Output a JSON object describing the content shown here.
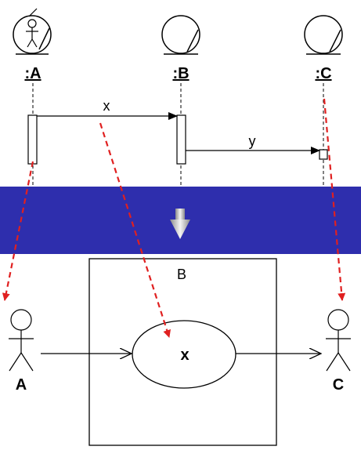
{
  "sequence": {
    "lifelines": [
      {
        "label": ":A",
        "kind": "actor"
      },
      {
        "label": ":B",
        "kind": "entity"
      },
      {
        "label": ":C",
        "kind": "entity"
      }
    ],
    "messages": [
      {
        "label": "x",
        "from": ":A",
        "to": ":B"
      },
      {
        "label": "y",
        "from": ":B",
        "to": ":C"
      }
    ]
  },
  "transition": {
    "band_color": "#2E2EAD",
    "arrow_icon": "down-arrow-icon"
  },
  "usecase": {
    "system_label": "B",
    "usecase_label": "x",
    "actors": [
      {
        "label": "A"
      },
      {
        "label": "C"
      }
    ]
  },
  "colors": {
    "mapping_arrow": "#E02020",
    "line": "#000000"
  }
}
